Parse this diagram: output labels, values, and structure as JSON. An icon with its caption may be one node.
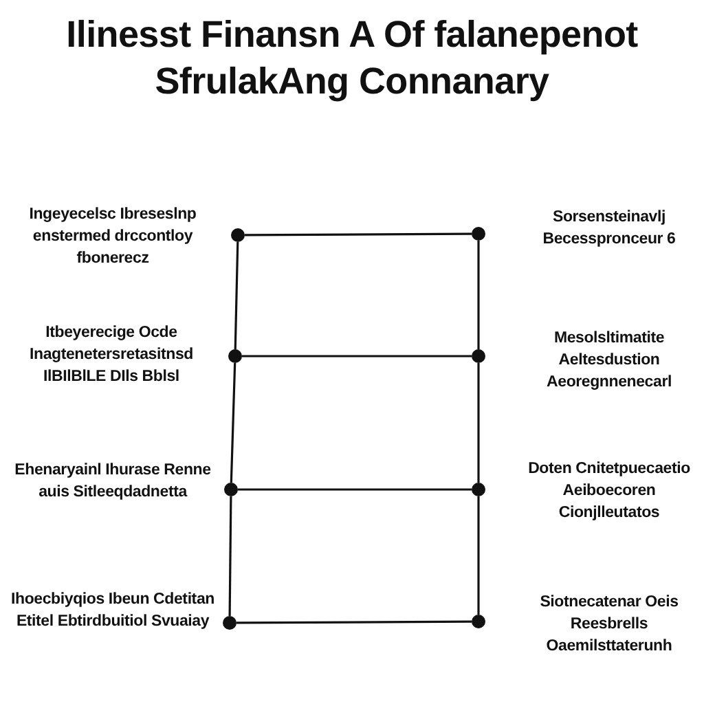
{
  "diagram": {
    "title": "Ilinesst Finansn A Of falanepenot SfrulakAng Connanary",
    "nodes": [
      {
        "text": [],
        "shape": "circle",
        "beside": [
          "Ingeyecelsc Ibreseslnp enstermed drccontloy fbonerecz"
        ]
      },
      {
        "text": [],
        "shape": "circle",
        "beside": [
          "Sorsensteinavlj Becesspronceur 6"
        ]
      },
      {
        "text": [],
        "shape": "circle",
        "beside": [
          "Itbeyerecige Ocde Inagtenetersretasitnsd IlBIlBlLE DIls Bblsl"
        ]
      },
      {
        "text": [],
        "shape": "circle",
        "beside": [
          "Mesolsltimatite Aeltesdustion Aeoregnnenecarl"
        ]
      },
      {
        "text": [],
        "shape": "circle",
        "beside": [
          "Ehenaryainl Ihurase Renne auis Sitleeqdadnetta"
        ]
      },
      {
        "text": [],
        "shape": "circle",
        "beside": [
          "Doten Cnitetpuecaetio Aeiboecoren Cionjlleutatos"
        ]
      },
      {
        "text": [],
        "shape": "circle",
        "beside": [
          "Ihoecbiyqios Ibeun Cdetitan Etitel Ebtirdbuitiol Svuaiay"
        ]
      },
      {
        "text": [],
        "shape": "circle",
        "beside": [
          "Siotnecatenar Oeis Reesbrells Oaemilsttaterunh"
        ]
      }
    ],
    "edges": [
      {
        "from": 0,
        "to": 1,
        "arrow": "none"
      },
      {
        "from": 0,
        "to": 2,
        "arrow": "none"
      },
      {
        "from": 1,
        "to": 3,
        "arrow": "none"
      },
      {
        "from": 2,
        "to": 3,
        "arrow": "none"
      },
      {
        "from": 2,
        "to": 4,
        "arrow": "none"
      },
      {
        "from": 3,
        "to": 5,
        "arrow": "none"
      },
      {
        "from": 4,
        "to": 5,
        "arrow": "none"
      },
      {
        "from": 4,
        "to": 6,
        "arrow": "none"
      },
      {
        "from": 5,
        "to": 7,
        "arrow": "none"
      },
      {
        "from": 6,
        "to": 7,
        "arrow": "none"
      }
    ]
  }
}
